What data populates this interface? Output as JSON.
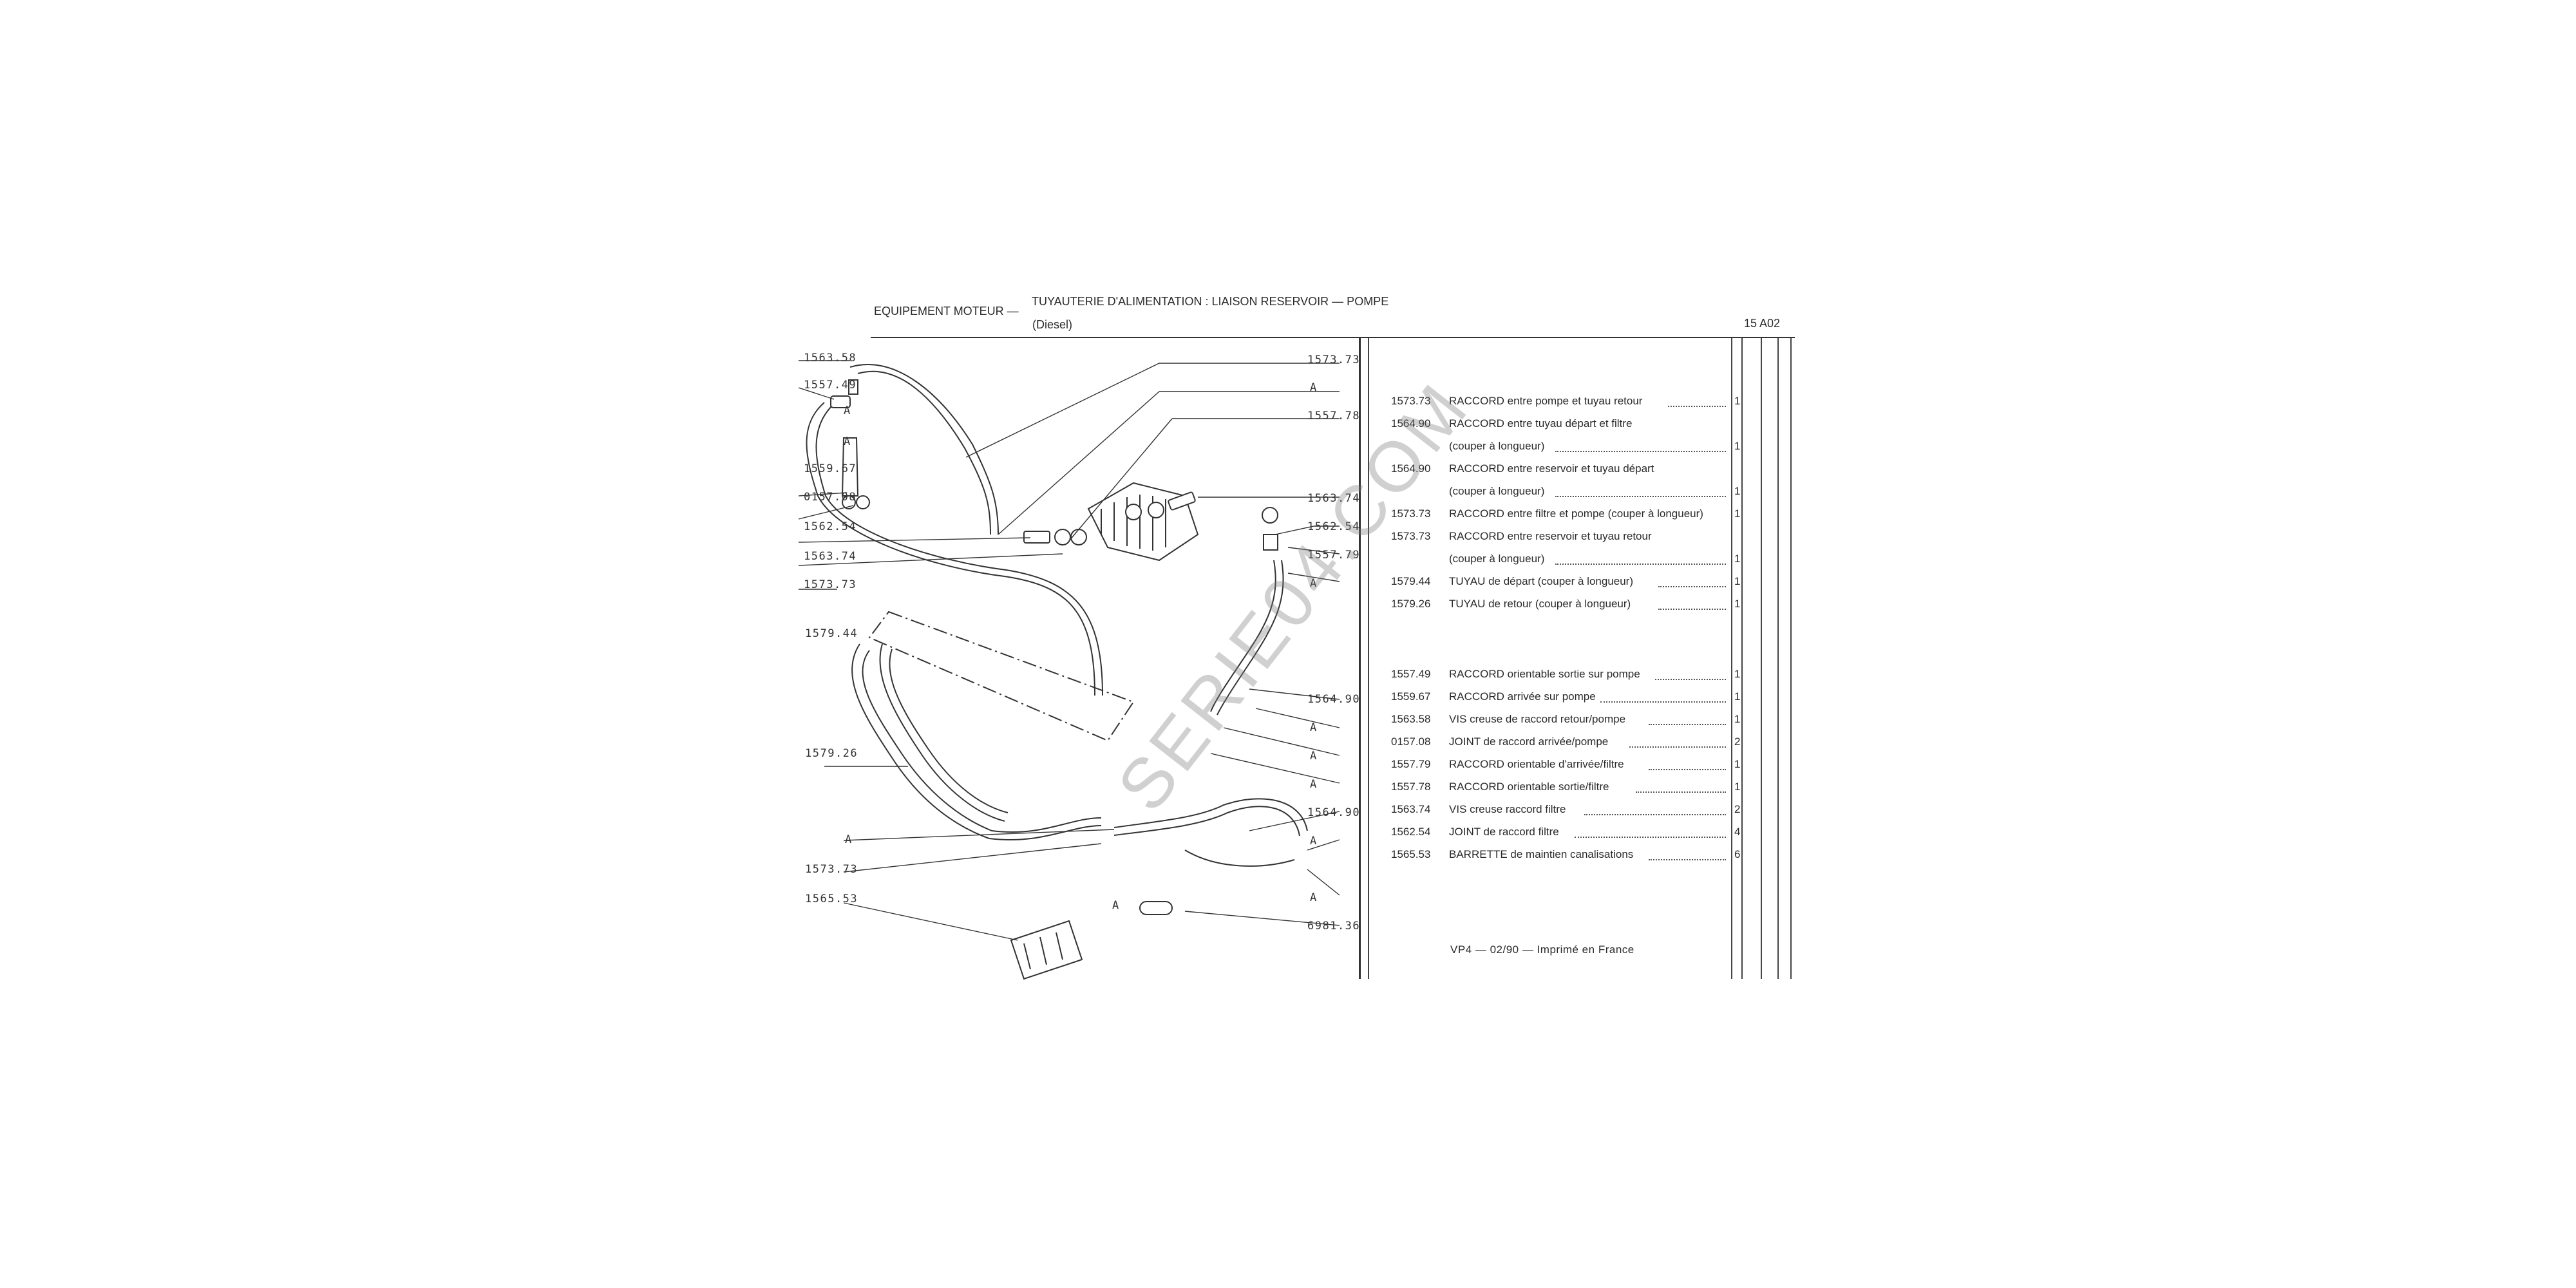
{
  "header": {
    "section": "EQUIPEMENT MOTEUR —",
    "title": "TUYAUTERIE D'ALIMENTATION : LIAISON RESERVOIR — POMPE",
    "subtitle": "(Diesel)",
    "page_code": "15 A02"
  },
  "diagram": {
    "left_labels": [
      "1563.58",
      "1557.49",
      "A",
      "A",
      "1559.67",
      "0157.08",
      "1562.54",
      "1563.74",
      "1573.73",
      "1579.44",
      "1579.26",
      "A",
      "1573.73",
      "1565.53"
    ],
    "right_labels": [
      "1573.73",
      "A",
      "1557.78",
      "1563.74",
      "1562.54",
      "1557.79",
      "A",
      "1564.90",
      "A",
      "A",
      "A",
      "1564.90",
      "A",
      "A",
      "6981.36"
    ],
    "clamp_label": "A"
  },
  "parts_group1": [
    {
      "ref": "1573.73",
      "desc": "RACCORD entre pompe et tuyau retour",
      "qty": "1"
    },
    {
      "ref": "1564.90",
      "desc": "RACCORD entre tuyau départ et filtre",
      "qty": ""
    },
    {
      "ref": "",
      "desc": "(couper à longueur)",
      "qty": "1"
    },
    {
      "ref": "1564.90",
      "desc": "RACCORD entre reservoir et tuyau départ",
      "qty": ""
    },
    {
      "ref": "",
      "desc": "(couper à longueur)",
      "qty": "1"
    },
    {
      "ref": "1573.73",
      "desc": "RACCORD entre filtre et pompe (couper à longueur)",
      "qty": "1"
    },
    {
      "ref": "1573.73",
      "desc": "RACCORD entre reservoir et tuyau retour",
      "qty": ""
    },
    {
      "ref": "",
      "desc": "(couper à longueur)",
      "qty": "1"
    },
    {
      "ref": "1579.44",
      "desc": "TUYAU de départ (couper à longueur)",
      "qty": "1"
    },
    {
      "ref": "1579.26",
      "desc": "TUYAU de retour (couper à longueur)",
      "qty": "1"
    }
  ],
  "parts_group2": [
    {
      "ref": "1557.49",
      "desc": "RACCORD orientable sortie sur pompe",
      "qty": "1"
    },
    {
      "ref": "1559.67",
      "desc": "RACCORD arrivée sur pompe",
      "qty": "1"
    },
    {
      "ref": "1563.58",
      "desc": "VIS creuse de raccord retour/pompe",
      "qty": "1"
    },
    {
      "ref": "0157.08",
      "desc": "JOINT de raccord arrivée/pompe",
      "qty": "2"
    },
    {
      "ref": "1557.79",
      "desc": "RACCORD orientable d'arrivée/filtre",
      "qty": "1"
    },
    {
      "ref": "1557.78",
      "desc": "RACCORD orientable sortie/filtre",
      "qty": "1"
    },
    {
      "ref": "1563.74",
      "desc": "VIS creuse raccord filtre",
      "qty": "2"
    },
    {
      "ref": "1562.54",
      "desc": "JOINT de raccord filtre",
      "qty": "4"
    },
    {
      "ref": "1565.53",
      "desc": "BARRETTE de maintien canalisations",
      "qty": "6"
    }
  ],
  "footer": "VP4 — 02/90 — Imprimé en France",
  "watermark": "SERIE04.COM"
}
